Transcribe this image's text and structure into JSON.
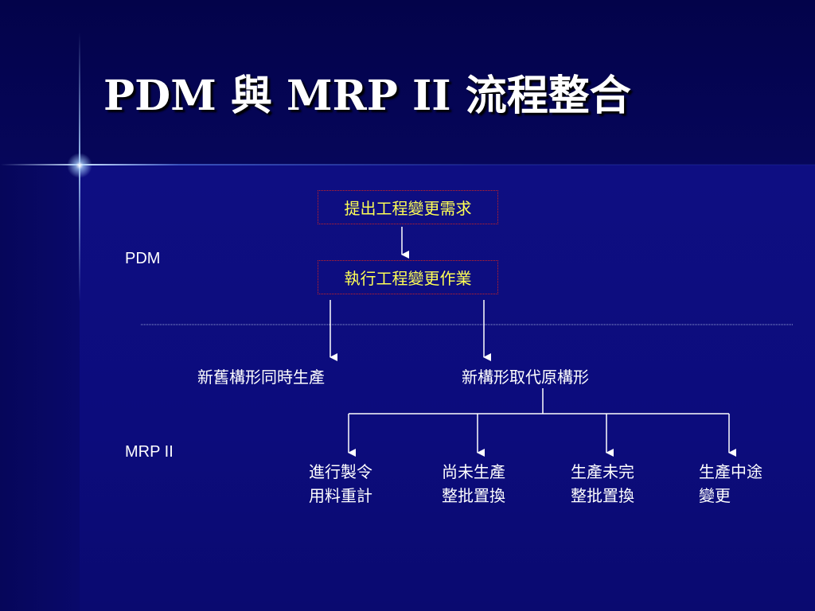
{
  "slide": {
    "title": "PDM 與 MRP II 流程整合"
  },
  "lanes": {
    "pdm": "PDM",
    "mrp": "MRP II"
  },
  "diagram": {
    "box_request": "提出工程變更需求",
    "box_execute": "執行工程變更作業",
    "branch_coexist": "新舊構形同時生產",
    "branch_replace": "新構形取代原構形",
    "outcomes": [
      {
        "line1": "進行製令",
        "line2": "用料重計"
      },
      {
        "line1": "尚未生產",
        "line2": "整批置換"
      },
      {
        "line1": "生產未完",
        "line2": "整批置換"
      },
      {
        "line1": "生產中途",
        "line2": "變更"
      }
    ]
  },
  "colors": {
    "background": "#0c0c7c",
    "box_text": "#ffff55",
    "box_border": "#cc2222",
    "text": "#ffffff"
  }
}
